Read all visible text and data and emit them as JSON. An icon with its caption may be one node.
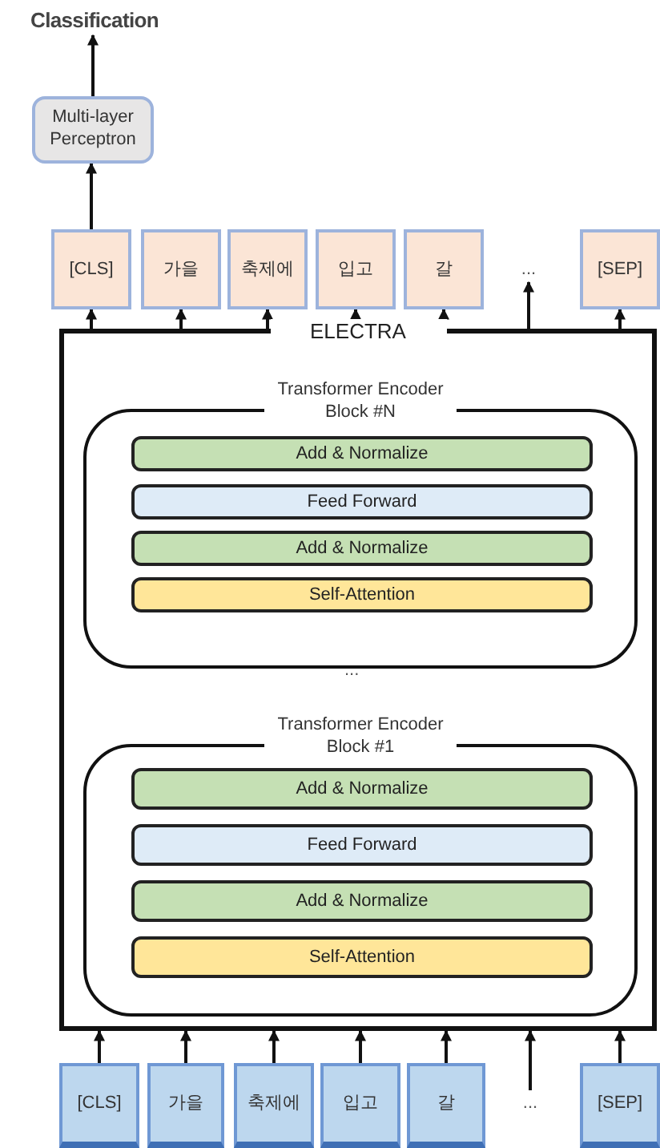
{
  "diagram": {
    "nodes": [
      {
        "text": [
          "Classification"
        ]
      },
      {
        "text": [
          "Multi-layer Perceptron"
        ]
      },
      {
        "text": [
          "[CLS]"
        ]
      },
      {
        "text": [
          "가을"
        ]
      },
      {
        "text": [
          "축제에"
        ]
      },
      {
        "text": [
          "입고"
        ]
      },
      {
        "text": [
          "갈"
        ]
      },
      {
        "text": [
          "..."
        ]
      },
      {
        "text": [
          "[SEP]"
        ]
      },
      {
        "text": [
          "ELECTRA"
        ]
      },
      {
        "text": [
          "Transformer Encoder Block #N"
        ],
        "in": 9
      },
      {
        "text": [
          "Add & Normalize"
        ],
        "in": 10
      },
      {
        "text": [
          "Feed Forward"
        ],
        "in": 10
      },
      {
        "text": [
          "Add & Normalize"
        ],
        "in": 10
      },
      {
        "text": [
          "Self-Attention"
        ],
        "in": 10
      },
      {
        "text": [
          "Transformer Encoder Block #1"
        ],
        "in": 9
      },
      {
        "text": [
          "Add & Normalize"
        ],
        "in": 15
      },
      {
        "text": [
          "Feed Forward"
        ],
        "in": 15
      },
      {
        "text": [
          "Add & Normalize"
        ],
        "in": 15
      },
      {
        "text": [
          "Self-Attention"
        ],
        "in": 15
      },
      {
        "text": [
          "[CLS]"
        ]
      },
      {
        "text": [
          "가을"
        ]
      },
      {
        "text": [
          "축제에"
        ]
      },
      {
        "text": [
          "입고"
        ]
      },
      {
        "text": [
          "갈"
        ]
      },
      {
        "text": [
          "..."
        ]
      },
      {
        "text": [
          "[SEP]"
        ]
      }
    ],
    "edges": [
      {
        "from": 1,
        "to": 0,
        "arrow": "to"
      },
      {
        "from": 2,
        "to": 1,
        "arrow": "to"
      },
      {
        "from": 9,
        "to": 2,
        "arrow": "to"
      },
      {
        "from": 9,
        "to": 3,
        "arrow": "to"
      },
      {
        "from": 9,
        "to": 4,
        "arrow": "to"
      },
      {
        "from": 9,
        "to": 5,
        "arrow": "to"
      },
      {
        "from": 9,
        "to": 6,
        "arrow": "to"
      },
      {
        "from": 9,
        "to": 7,
        "arrow": "to"
      },
      {
        "from": 9,
        "to": 8,
        "arrow": "to"
      },
      {
        "from": 20,
        "to": 9,
        "arrow": "to"
      },
      {
        "from": 21,
        "to": 9,
        "arrow": "to"
      },
      {
        "from": 22,
        "to": 9,
        "arrow": "to"
      },
      {
        "from": 23,
        "to": 9,
        "arrow": "to"
      },
      {
        "from": 24,
        "to": 9,
        "arrow": "to"
      },
      {
        "from": 25,
        "to": 9,
        "arrow": "to"
      },
      {
        "from": 26,
        "to": 9,
        "arrow": "to"
      }
    ],
    "labels": [
      "..."
    ]
  }
}
